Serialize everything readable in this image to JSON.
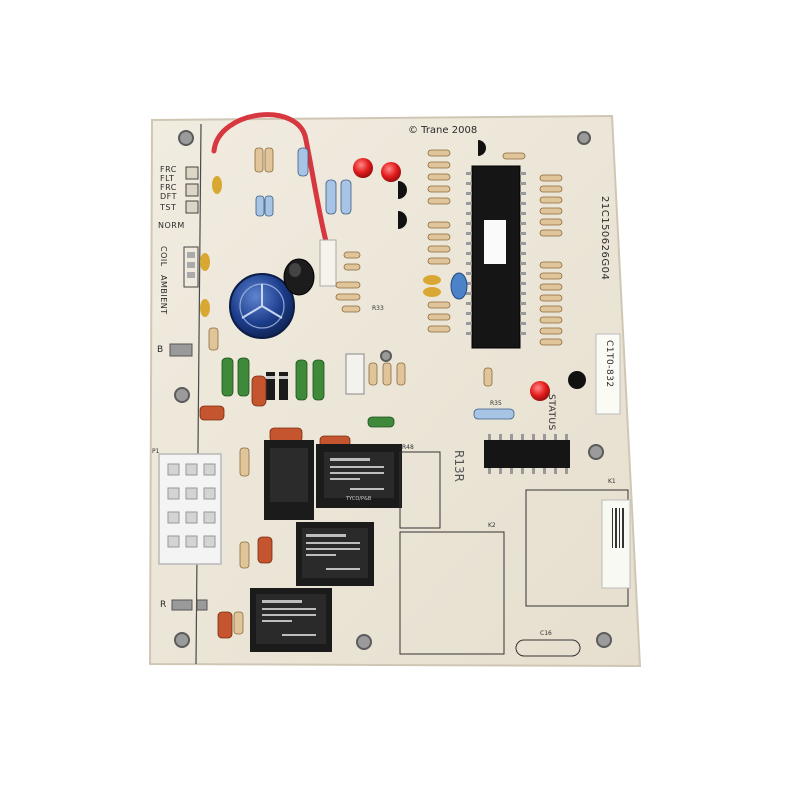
{
  "board": {
    "copyright": "© Trane 2008",
    "part_number": "21C150626G04",
    "sticker_code": "C1T0-832",
    "status_label": "STATUS",
    "r13r_label": "R13R",
    "labels_left": {
      "frc_flt": "FRC FLT",
      "frc_dft": "FRC DFT",
      "tst": "TST",
      "norm": "NORM",
      "coil": "COIL",
      "ambient": "AMBIENT",
      "b": "B",
      "r": "R"
    },
    "ref_labels": {
      "c16": "C16",
      "k1": "K1",
      "k2": "K2",
      "p1": "P1",
      "r48": "R48",
      "r35": "R35",
      "r33": "R33"
    },
    "relay_brand": "TYCO/P&B"
  },
  "colors": {
    "board": "#ece6d8",
    "board_edge": "#d7cfbd",
    "silk": "#2a2a2a",
    "led": "#e41c1c",
    "capacitor_blue": "#1d3e8c",
    "relay": "#1b1b1b",
    "resistor_tan": "#e1c59a",
    "wire_red": "#d7373f",
    "green_component": "#3e8a3a"
  }
}
